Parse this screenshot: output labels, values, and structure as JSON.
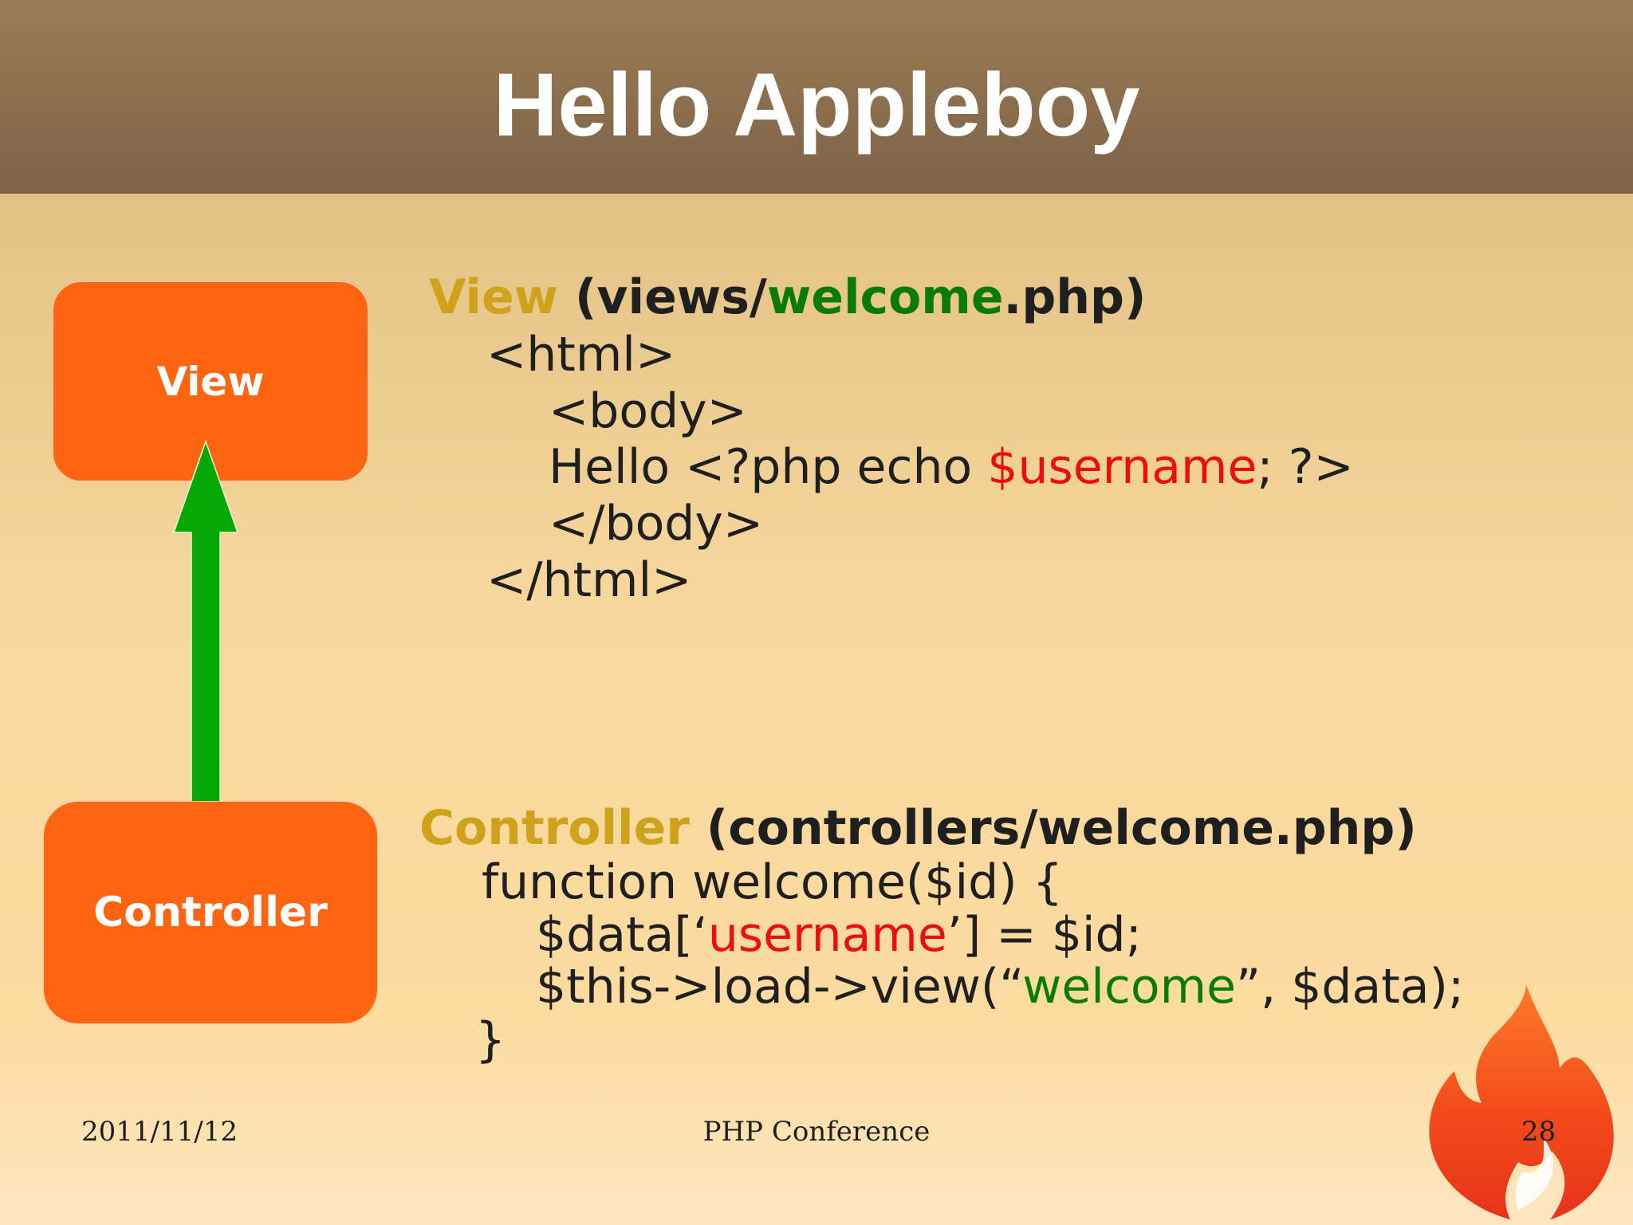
{
  "slide": {
    "title": "Hello Appleboy"
  },
  "diagram": {
    "view_box_label": "View",
    "controller_box_label": "Controller"
  },
  "view_code": {
    "heading_keyword": "View",
    "heading_path_open": " (views/",
    "heading_path_highlight": "welcome",
    "heading_path_close": ".php)",
    "line1": "<html>",
    "line2": "<body>",
    "line3_prefix": "Hello <?php echo ",
    "line3_var": "$username",
    "line3_suffix": "; ?>",
    "line4": "</body>",
    "line5": "</html>"
  },
  "controller_code": {
    "heading_keyword": "Controller",
    "heading_path": " (controllers/welcome.php)",
    "line1": "function welcome($id) {",
    "line2_prefix": "$data[‘",
    "line2_key": "username",
    "line2_suffix": "’] = $id;",
    "line3_prefix": "$this->load->view(“",
    "line3_name": "welcome",
    "line3_suffix": "”, $data);",
    "line4": "}"
  },
  "footer": {
    "date": "2011/11/12",
    "event": "PHP Conference",
    "page_number": "28"
  },
  "colors": {
    "box_fill": "#ff6410",
    "arrow_fill": "#06a806",
    "keyword_gold": "#cfa21c",
    "string_green": "#0a7a0a",
    "variable_red": "#ee0d0d"
  }
}
